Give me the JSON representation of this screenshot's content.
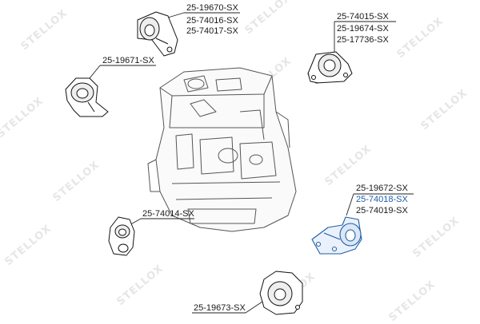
{
  "watermark_text": "STELLOX",
  "labels": {
    "top_center": [
      "25-19670-SX",
      "25-74016-SX",
      "25-74017-SX"
    ],
    "top_right": [
      "25-74015-SX",
      "25-19674-SX",
      "25-17736-SX"
    ],
    "left": [
      "25-19671-SX"
    ],
    "middle_right": [
      "25-19672-SX",
      "25-74018-SX",
      "25-74019-SX"
    ],
    "bottom_left": [
      "25-74014-SX"
    ],
    "bottom_center": [
      "25-19673-SX"
    ]
  },
  "colors": {
    "highlight_label": "#1f5fa8",
    "highlight_part": "#1f5fa8",
    "line": "#222222",
    "engine_outline": "#444444"
  }
}
